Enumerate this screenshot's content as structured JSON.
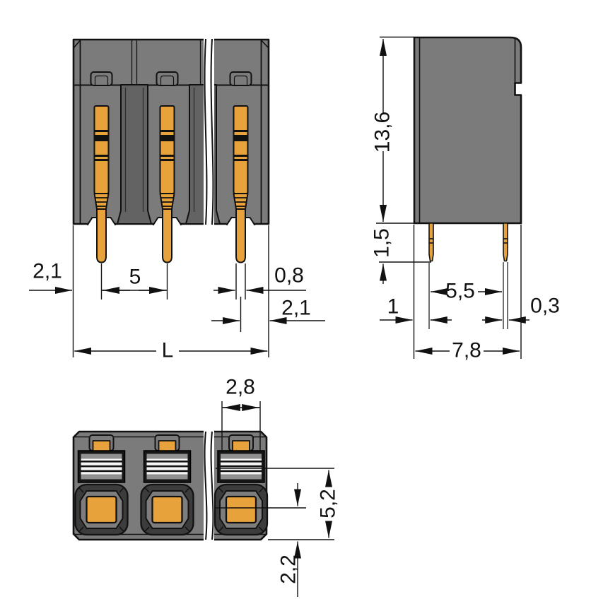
{
  "colors": {
    "background": "#ffffff",
    "body_grey": "#7b7b7b",
    "channel_grey": "#636363",
    "dark_grey": "#3c3c3c",
    "mid_grey": "#7d7d7d",
    "orange": "#e7a23b",
    "stripe_grey": "#8f8f8f",
    "stripe_white": "#f5f5f5",
    "line_black": "#111111"
  },
  "views": {
    "front": {
      "dims": {
        "left_margin": "2,1",
        "pin_pitch": "5",
        "pin_width": "0,8",
        "right_margin": "2,1",
        "total_length": "L"
      }
    },
    "side": {
      "dims": {
        "height": "13,6",
        "pin_length": "1,5",
        "edge_to_pin": "1",
        "pin_spacing": "5,5",
        "pin_thickness": "0,3",
        "depth": "7,8"
      }
    },
    "top": {
      "dims": {
        "opening_width": "2,8",
        "opening_to_edge": "5,2",
        "button_to_edge": "2,2"
      }
    }
  }
}
